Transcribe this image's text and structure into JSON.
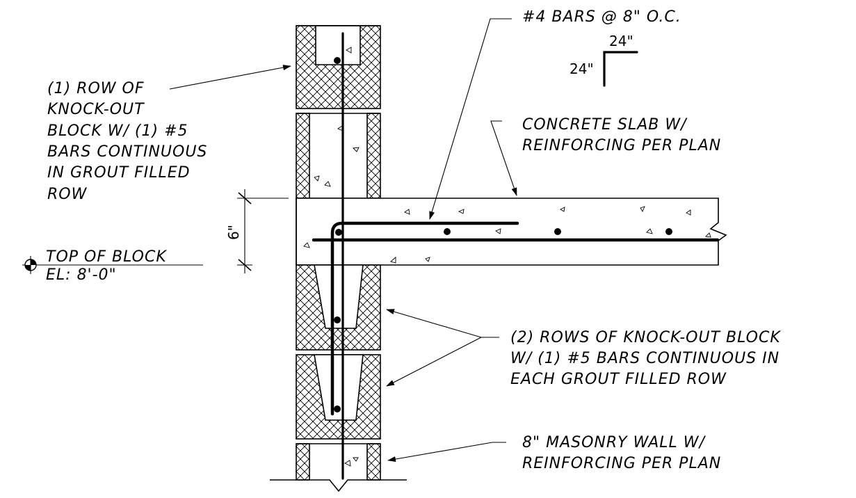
{
  "notes": {
    "top_bars": "#4 BARS @ 8\" O.C.",
    "bend_leg_horizontal": "24\"",
    "bend_leg_vertical": "24\"",
    "slab": [
      "CONCRETE SLAB W/",
      "REINFORCING PER PLAN"
    ],
    "top_knockout": [
      "(1) ROW OF",
      "KNOCK-OUT",
      "BLOCK W/ (1) #5",
      "BARS CONTINUOUS",
      "IN GROUT FILLED",
      "ROW"
    ],
    "slab_thickness": "6\"",
    "top_of_block": "TOP OF BLOCK",
    "elevation": "EL: 8'-0\"",
    "lower_knockout": [
      "(2) ROWS OF KNOCK-OUT BLOCK",
      "W/ (1) #5 BARS CONTINUOUS IN",
      "EACH GROUT FILLED ROW"
    ],
    "masonry_wall": [
      "8\" MASONRY WALL W/",
      "REINFORCING PER PLAN"
    ]
  }
}
